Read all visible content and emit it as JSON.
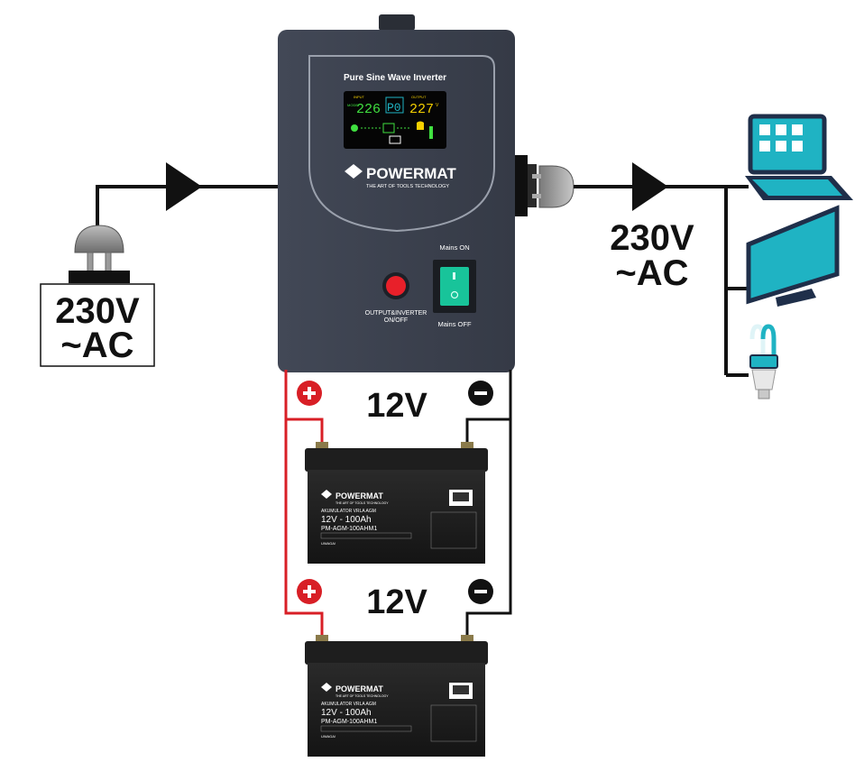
{
  "source": {
    "voltage_line1": "230V",
    "voltage_line2": "~AC"
  },
  "output": {
    "voltage_line1": "230V",
    "voltage_line2": "~AC"
  },
  "inverter": {
    "panel_title": "Pure Sine Wave Inverter",
    "brand": "POWERMAT",
    "tagline": "THE ART OF TOOLS TECHNOLOGY",
    "display": {
      "input_label": "INPUT",
      "output_label": "OUTPUT",
      "mode_label": "MODE",
      "input_value": "226",
      "mode_value": "P0",
      "output_value": "227",
      "unit": "V"
    },
    "power_button_label_line1": "OUTPUT&INVERTER",
    "power_button_label_line2": "ON/OFF",
    "mains_on_label": "Mains ON",
    "mains_off_label": "Mains OFF"
  },
  "batteries": [
    {
      "voltage": "12V",
      "brand": "POWERMAT",
      "tagline": "THE ART OF TOOLS TECHNOLOGY",
      "type": "AKUMULATOR VRLA AGM",
      "rating": "12V - 100Ah",
      "model": "PM-AGM-100AHM1",
      "warning": "UWAGA!"
    },
    {
      "voltage": "12V",
      "brand": "POWERMAT",
      "tagline": "THE ART OF TOOLS TECHNOLOGY",
      "type": "AKUMULATOR VRLA AGM",
      "rating": "12V - 100Ah",
      "model": "PM-AGM-100AHM1",
      "warning": "UWAGA!"
    }
  ],
  "colors": {
    "inverter_body": "#3d4350",
    "wire_positive": "#d81f26",
    "wire_negative": "#111111",
    "device_teal": "#1fb3c3",
    "device_navy": "#1f2f4a",
    "display_green": "#40e040",
    "display_yellow": "#f5d000",
    "power_button": "#e8202a",
    "mains_switch": "#18c49a"
  },
  "devices": [
    {
      "icon": "laptop-icon"
    },
    {
      "icon": "monitor-icon"
    },
    {
      "icon": "energy-saving-bulb-icon"
    }
  ]
}
